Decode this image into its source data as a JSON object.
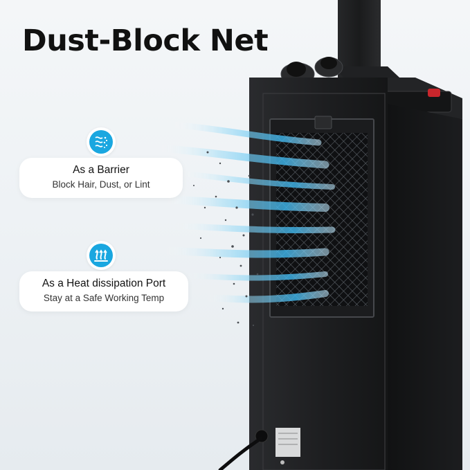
{
  "headline": "Dust-Block Net",
  "features": [
    {
      "title": "As a Barrier",
      "subtitle": "Block Hair, Dust, or Lint",
      "icon": "air-filter-icon"
    },
    {
      "title": "As a Heat dissipation Port",
      "subtitle": "Stay at a Safe Working Temp",
      "icon": "heat-wave-icon"
    }
  ],
  "colors": {
    "accent": "#1aa7e0",
    "device": "#1f2023",
    "airflow": "#7fd3f5",
    "headline": "#111111"
  }
}
